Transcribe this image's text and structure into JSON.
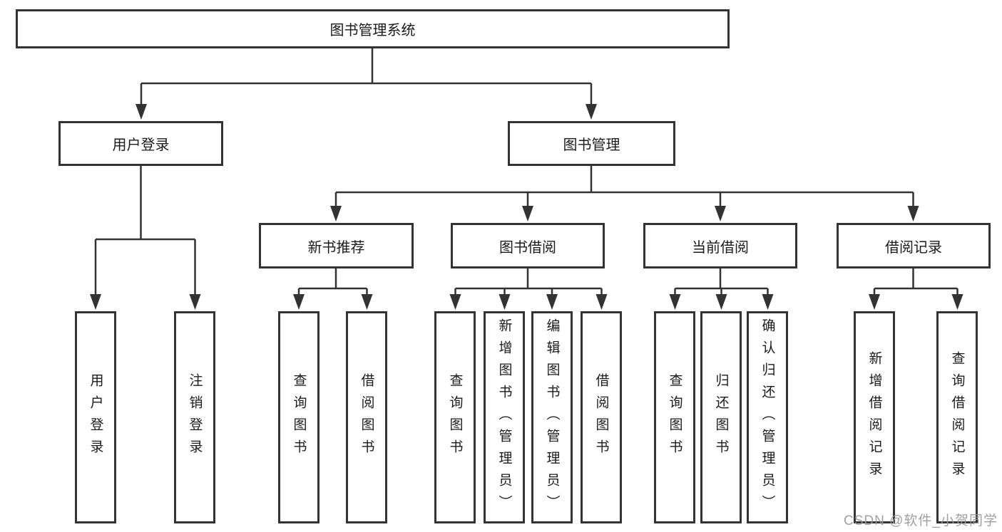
{
  "nodes": {
    "root": "图书管理系统",
    "level2": [
      "用户登录",
      "图书管理"
    ],
    "level3": [
      "新书推荐",
      "图书借阅",
      "当前借阅",
      "借阅记录"
    ],
    "leaves": [
      "用户登录",
      "注销登录",
      "查询图书",
      "借阅图书",
      "查询图书",
      "新增图书（管理员）",
      "编辑图书（管理员）",
      "借阅图书",
      "查询图书",
      "归还图书",
      "确认归还（管理员）",
      "新增借阅记录",
      "查询借阅记录"
    ]
  },
  "watermark": {
    "text": "CSDN @软件_小贺同学"
  },
  "colors": {
    "line": "#333333",
    "box_border": "#333333",
    "text": "#1b1b1b",
    "watermark": "#989898",
    "background": "#ffffff"
  }
}
